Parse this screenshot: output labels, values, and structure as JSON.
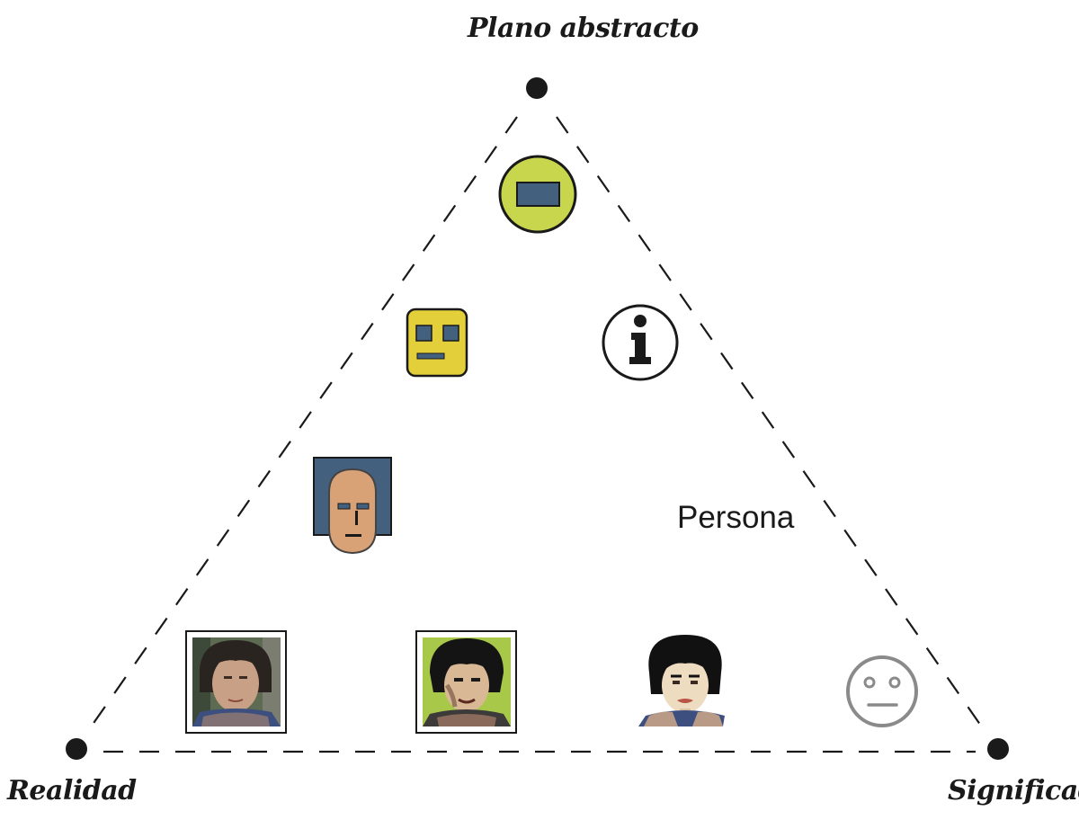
{
  "diagram": {
    "top_label": "Plano abstracto",
    "left_label": "Realidad",
    "right_label": "Significado",
    "center_label": "Persona"
  },
  "colors": {
    "lime": "#c8d64e",
    "slate": "#44607f",
    "mustard": "#e2cf3a",
    "skin": "#d9a276",
    "ink": "#1a1a1a",
    "grey": "#8a8a8a",
    "photo_green": "#a8c84a"
  },
  "icons": [
    "abstract-circle-icon",
    "robot-face-icon",
    "info-icon",
    "mask-face-icon",
    "photo-portrait-icon",
    "posterized-portrait-icon",
    "cartoon-portrait-icon",
    "neutral-face-icon"
  ]
}
